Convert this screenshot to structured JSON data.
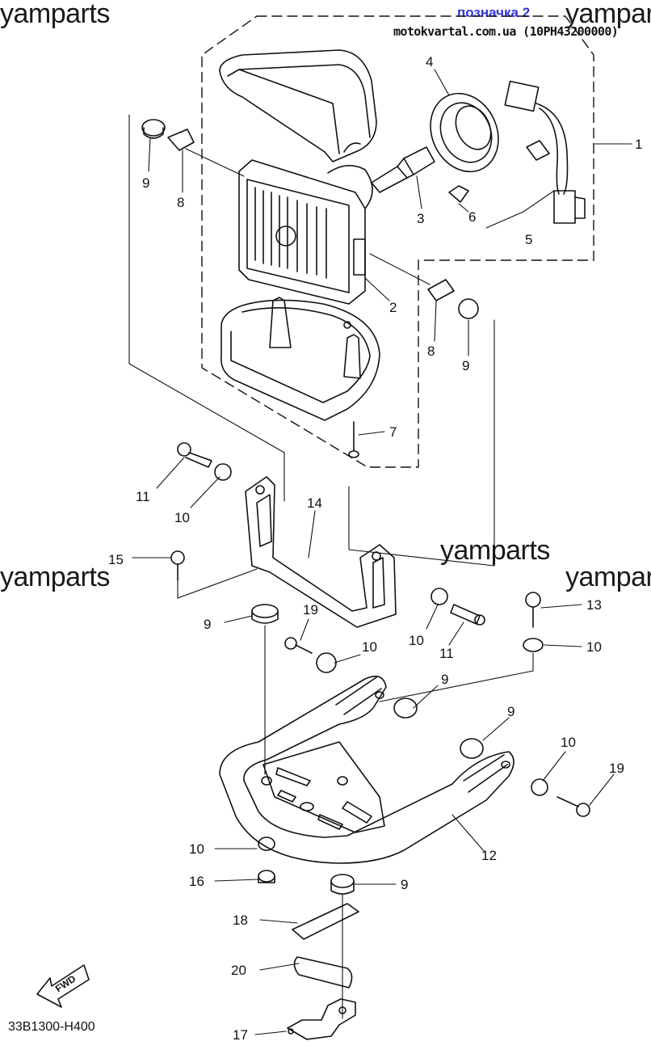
{
  "header": {
    "link_text": "позначка 2",
    "source_text": "motokvartal.com.ua (10PH43200000)"
  },
  "watermarks": [
    "yamparts",
    "yamparts",
    "yamparts",
    "yamparts",
    "yamparts"
  ],
  "diagram_code": "33B1300-H400",
  "fwd_label": "FWD",
  "callouts": [
    "1",
    "2",
    "3",
    "4",
    "5",
    "6",
    "7",
    "8",
    "8",
    "9",
    "9",
    "11",
    "10",
    "14",
    "15",
    "9",
    "19",
    "10",
    "10",
    "11",
    "13",
    "10",
    "9",
    "9",
    "10",
    "19",
    "12",
    "10",
    "16",
    "9",
    "18",
    "20",
    "17"
  ]
}
